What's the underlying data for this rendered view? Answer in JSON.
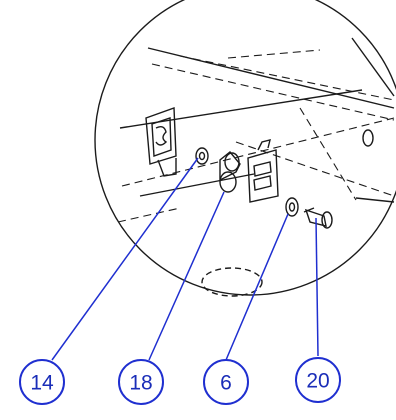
{
  "diagram": {
    "colors": {
      "line": "#1b1b1b",
      "leader": "#1f2fd0",
      "balloon_text": "#1a2db8",
      "background": "#ffffff"
    },
    "callouts": [
      {
        "id": "c14",
        "label": "14"
      },
      {
        "id": "c18",
        "label": "18"
      },
      {
        "id": "c6",
        "label": "6"
      },
      {
        "id": "c20",
        "label": "20"
      }
    ]
  }
}
